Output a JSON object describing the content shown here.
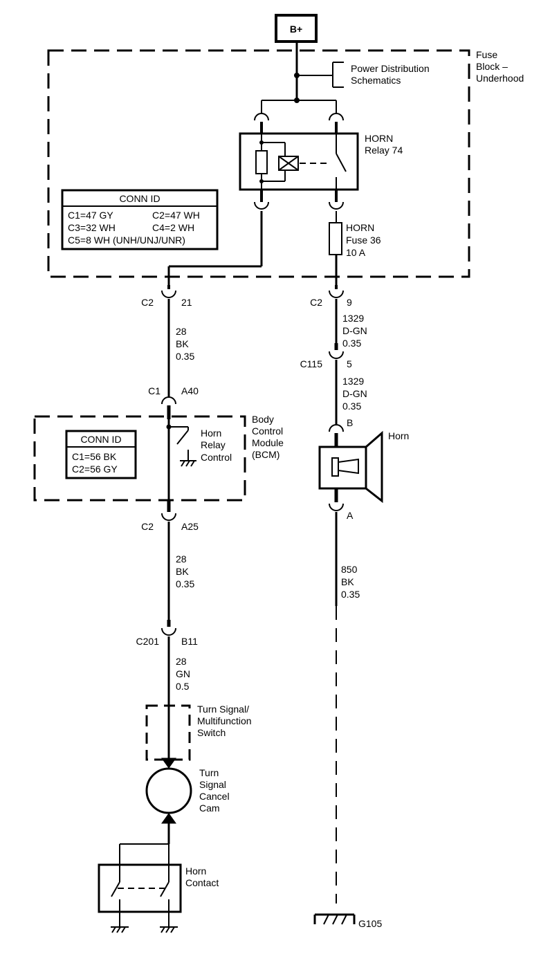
{
  "power": {
    "label": "B+"
  },
  "fuse_block": {
    "title_line1": "Fuse",
    "title_line2": "Block –",
    "title_line3": "Underhood",
    "power_dist_line1": "Power Distribution",
    "power_dist_line2": "Schematics",
    "relay_line1": "HORN",
    "relay_line2": "Relay 74",
    "fuse_line1": "HORN",
    "fuse_line2": "Fuse 36",
    "fuse_line3": "10 A",
    "conn_id": {
      "header": "CONN ID",
      "row1_left": "C1=47 GY",
      "row1_right": "C2=47 WH",
      "row2_left": "C3=32 WH",
      "row2_right": "C4=2 WH",
      "row3": "C5=8 WH (UNH/UNJ/UNR)"
    }
  },
  "left_circuit": {
    "c2_top": {
      "conn": "C2",
      "pin": "21"
    },
    "wire1": {
      "circuit": "28",
      "color": "BK",
      "gauge": "0.35"
    },
    "c1": {
      "conn": "C1",
      "pin": "A40"
    },
    "c2_bottom": {
      "conn": "C2",
      "pin": "A25"
    },
    "wire2": {
      "circuit": "28",
      "color": "BK",
      "gauge": "0.35"
    },
    "c201": {
      "conn": "C201",
      "pin": "B11"
    },
    "wire3": {
      "circuit": "28",
      "color": "GN",
      "gauge": "0.5"
    }
  },
  "bcm": {
    "title_line1": "Body",
    "title_line2": "Control",
    "title_line3": "Module",
    "title_line4": "(BCM)",
    "horn_relay_line1": "Horn",
    "horn_relay_line2": "Relay",
    "horn_relay_line3": "Control",
    "conn_id": {
      "header": "CONN ID",
      "row1": "C1=56 BK",
      "row2": "C2=56 GY"
    }
  },
  "switch": {
    "label_line1": "Turn Signal/",
    "label_line2": "Multifunction",
    "label_line3": "Switch",
    "cam_line1": "Turn",
    "cam_line2": "Signal",
    "cam_line3": "Cancel",
    "cam_line4": "Cam",
    "contact_line1": "Horn",
    "contact_line2": "Contact"
  },
  "right_circuit": {
    "c2": {
      "conn": "C2",
      "pin": "9"
    },
    "wire1": {
      "circuit": "1329",
      "color": "D-GN",
      "gauge": "0.35"
    },
    "c115": {
      "conn": "C115",
      "pin": "5"
    },
    "wire2": {
      "circuit": "1329",
      "color": "D-GN",
      "gauge": "0.35"
    },
    "horn_pin_b": "B",
    "horn_label": "Horn",
    "horn_pin_a": "A",
    "wire3": {
      "circuit": "850",
      "color": "BK",
      "gauge": "0.35"
    },
    "ground": "G105"
  }
}
